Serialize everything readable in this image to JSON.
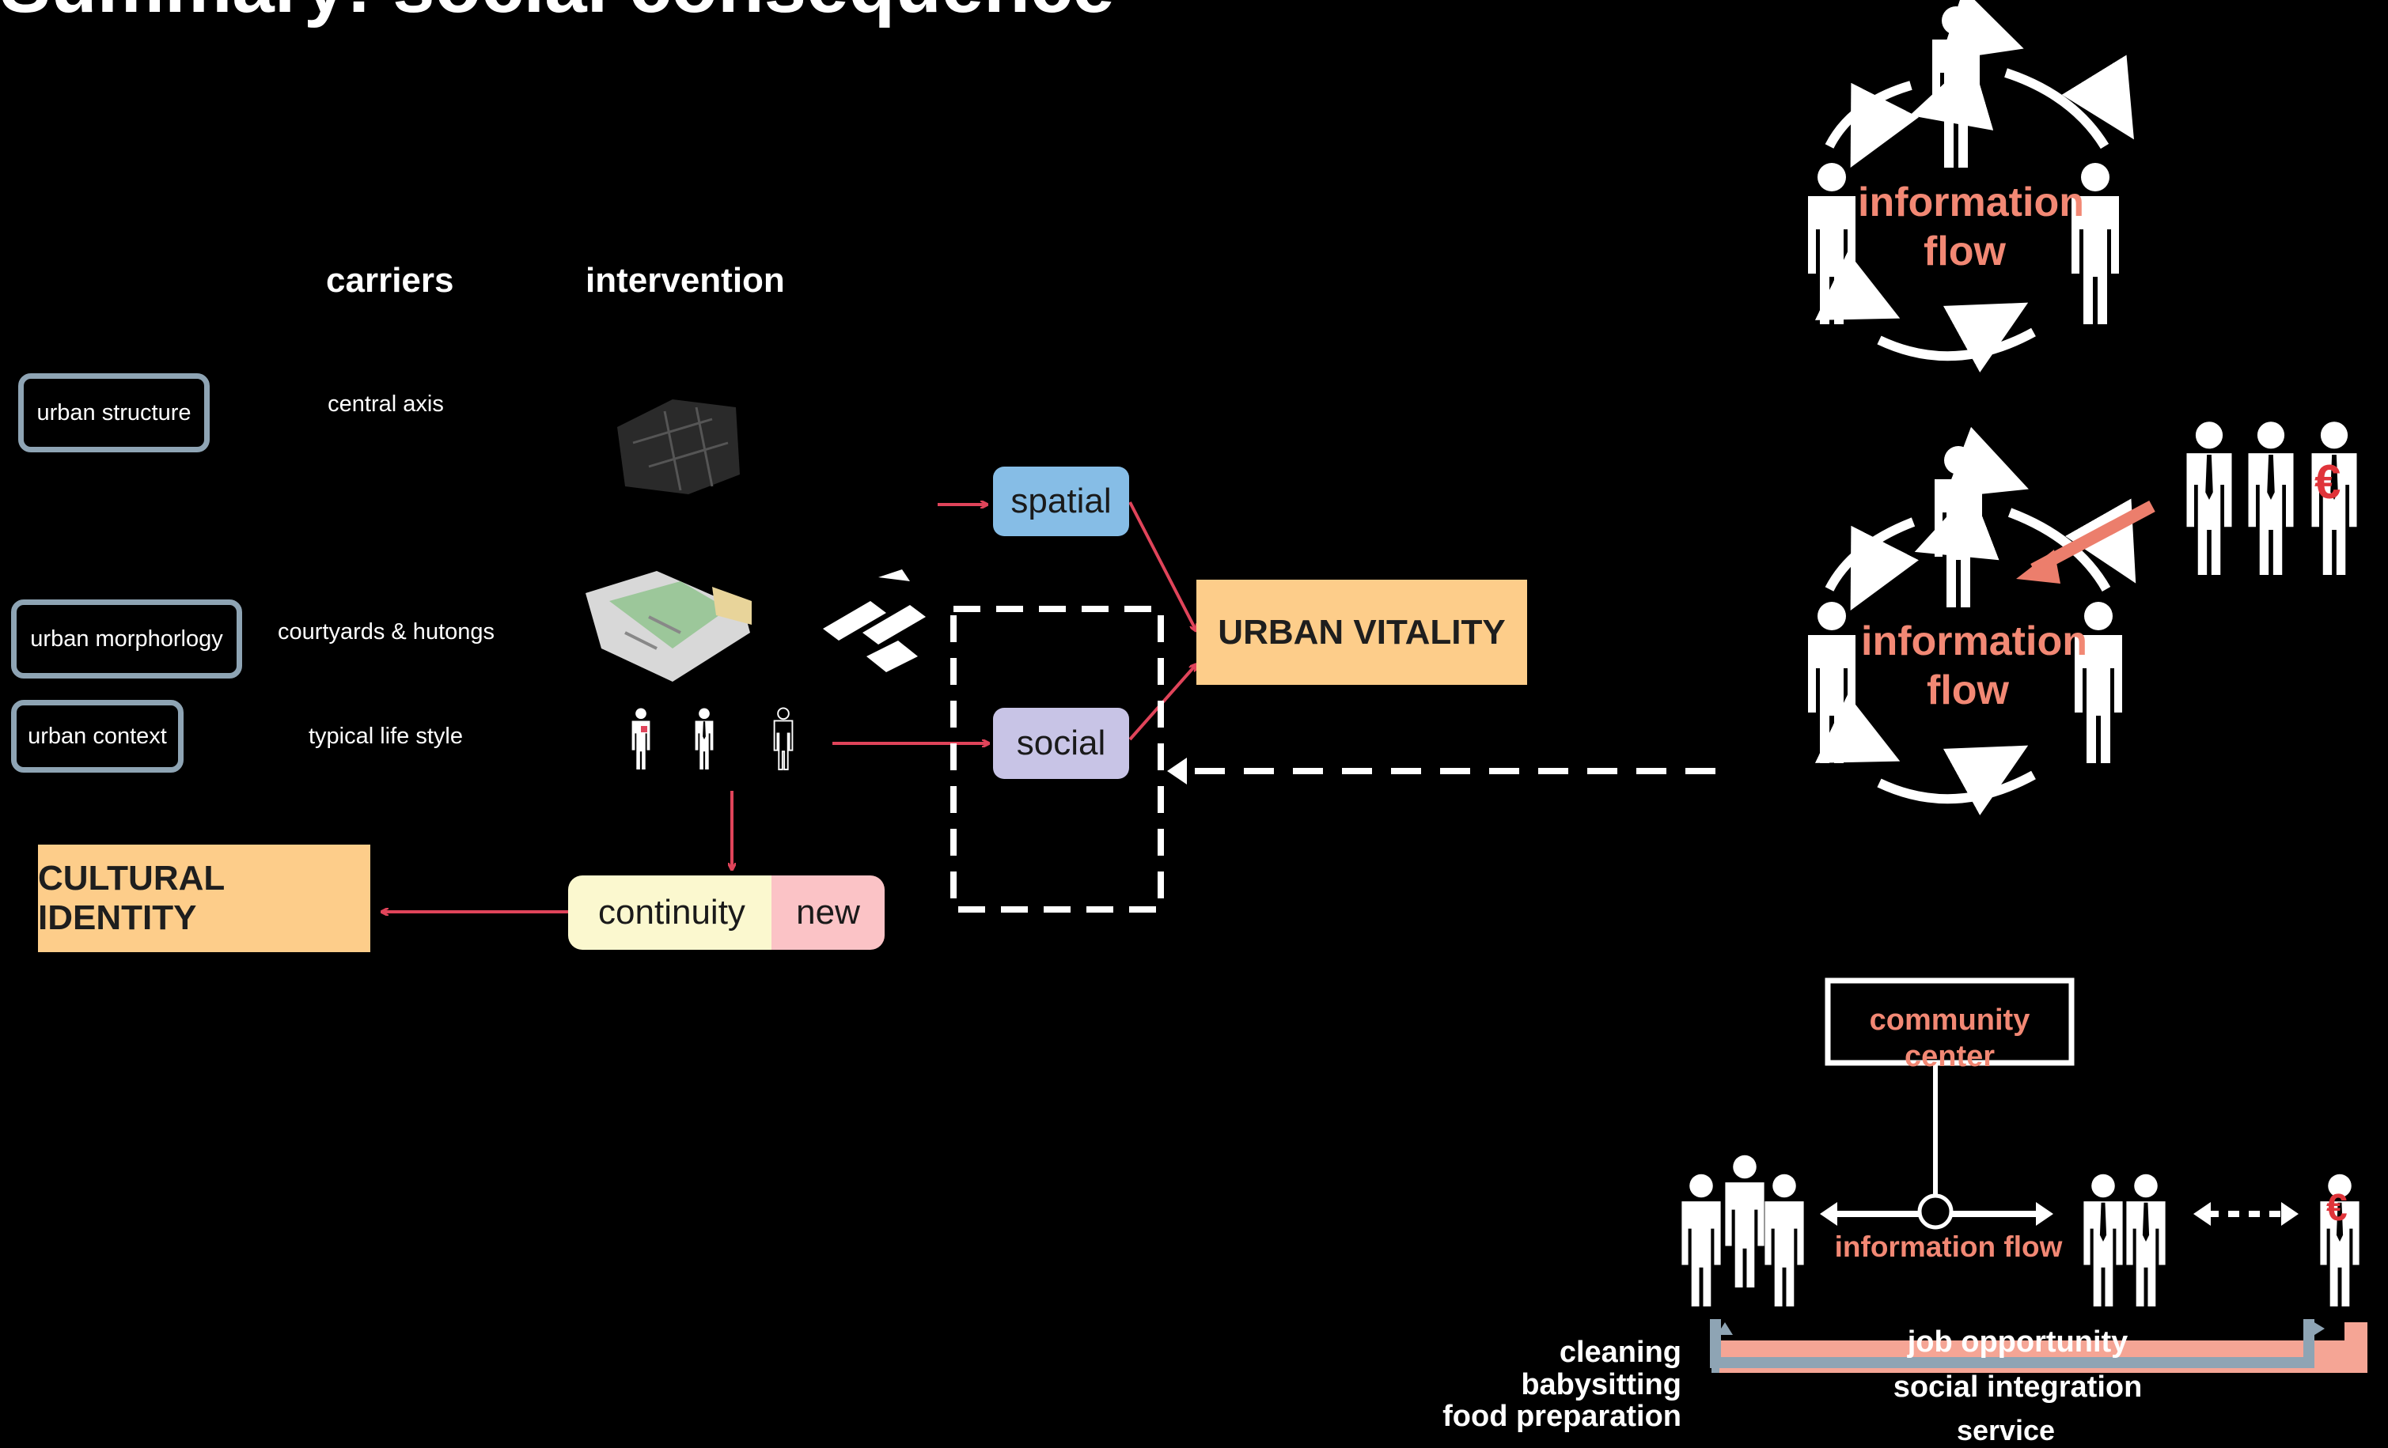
{
  "title": "Summary: social consequence",
  "headers": {
    "carriers": "carriers",
    "intervention": "intervention"
  },
  "carriers": [
    {
      "label": "urban structure",
      "description": "central axis"
    },
    {
      "label": "urban morphorlogy",
      "description": "courtyards & hutongs"
    },
    {
      "label": "urban context",
      "description": "typical life style"
    }
  ],
  "nodes": {
    "spatial": "spatial",
    "social": "social",
    "urban_vitality": "URBAN VITALITY",
    "cultural_identity": "CULTURAL IDENTITY",
    "continuity": "continuity",
    "new": "new"
  },
  "info_flow_1": {
    "line1": "information",
    "line2": "flow"
  },
  "info_flow_2": {
    "line1": "information",
    "line2": "flow"
  },
  "community": {
    "center": "community center",
    "information_flow": "information flow",
    "services": [
      "cleaning",
      "babysitting",
      "food preparation"
    ],
    "job_opportunity": "job opportunity",
    "social_integration": "social integration",
    "service": "service"
  },
  "currency_symbol": "€",
  "colors": {
    "accent_salmon": "#f28874",
    "arrow_red": "#e0445a",
    "orange_box": "#fdcd8a",
    "spatial_blue": "#86bde6",
    "social_lavender": "#c8c4e6",
    "continuity_cream": "#fbf8cf",
    "new_pink": "#fbc3c6",
    "carrier_border": "#8ea4b4"
  }
}
